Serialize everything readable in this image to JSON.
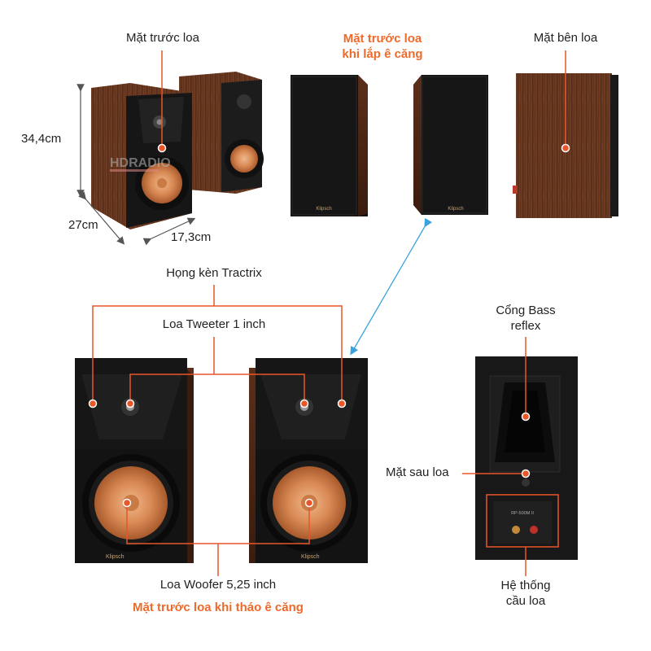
{
  "labels": {
    "front_face": "Mặt trước loa",
    "front_grille_line1": "Mặt trước loa",
    "front_grille_line2": "khi lắp ê căng",
    "side_face": "Mặt bên loa",
    "height": "34,4cm",
    "depth": "27cm",
    "width": "17,3cm",
    "horn": "Họng kèn Tractrix",
    "tweeter": "Loa Tweeter 1 inch",
    "bass_port_line1": "Cổng Bass",
    "bass_port_line2": "reflex",
    "rear_face": "Mặt sau loa",
    "woofer": "Loa Woofer 5,25 inch",
    "front_no_grille": "Mặt trước loa khi tháo ê căng",
    "terminal_line1": "Hệ thống",
    "terminal_line2": "cầu loa"
  },
  "logos": {
    "watermark": "HDRADIO",
    "speaker_brand": "Klipsch",
    "model_plate": "RP-500M II"
  },
  "colors": {
    "accent": "#ee6a2a",
    "leader": "#e8562a",
    "walnut": "#6b3a22",
    "copper": "#d98a55",
    "cabinet_black": "#1a1a1a",
    "arrow_blue": "#3aa3dd"
  }
}
